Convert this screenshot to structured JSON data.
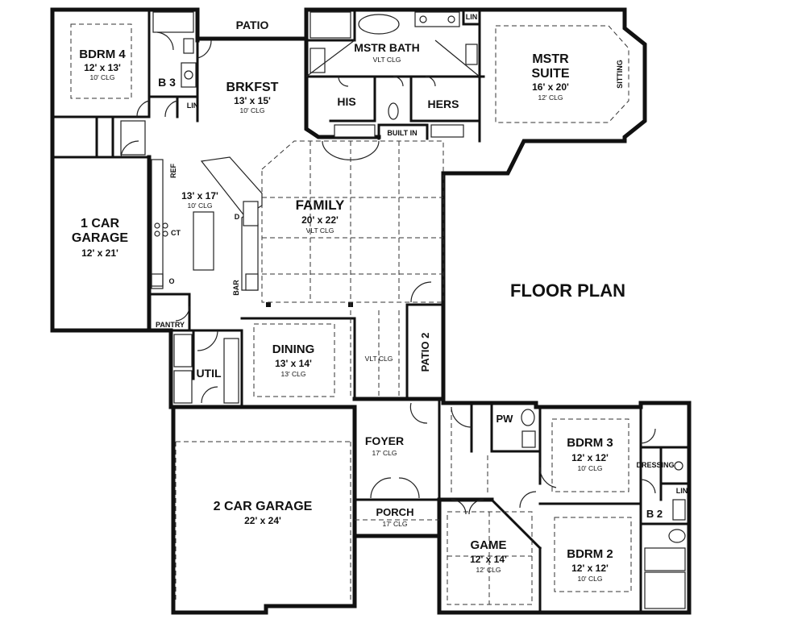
{
  "title": "FLOOR PLAN",
  "rooms": [
    {
      "id": "bdrm4",
      "name": "BDRM 4",
      "dims": "12' x 13'",
      "clg": "10' CLG"
    },
    {
      "id": "b3",
      "name": "B 3"
    },
    {
      "id": "patio",
      "name": "PATIO"
    },
    {
      "id": "brkfst",
      "name": "BRKFST",
      "dims": "13' x 15'",
      "clg": "10' CLG"
    },
    {
      "id": "mstr_bath",
      "name": "MSTR BATH",
      "clg": "VLT CLG"
    },
    {
      "id": "his",
      "name": "HIS"
    },
    {
      "id": "hers",
      "name": "HERS"
    },
    {
      "id": "built_in",
      "name": "BUILT IN"
    },
    {
      "id": "mstr_suite",
      "name": "MSTR",
      "name2": "SUITE",
      "dims": "16' x 20'",
      "clg": "12' CLG"
    },
    {
      "id": "sitting",
      "name": "SITTING"
    },
    {
      "id": "kitchen",
      "dims": "13' x 17'",
      "clg": "10' CLG"
    },
    {
      "id": "family",
      "name": "FAMILY",
      "dims": "20' x 22'",
      "clg": "VLT CLG"
    },
    {
      "id": "garage1",
      "name": "1 CAR",
      "name2": "GARAGE",
      "dims": "12' x 21'"
    },
    {
      "id": "pantry",
      "name": "PANTRY"
    },
    {
      "id": "util",
      "name": "UTIL"
    },
    {
      "id": "dining",
      "name": "DINING",
      "dims": "13' x 14'",
      "clg": "13' CLG"
    },
    {
      "id": "gallery",
      "clg": "VLT CLG"
    },
    {
      "id": "patio2",
      "name": "PATIO 2"
    },
    {
      "id": "foyer",
      "name": "FOYER",
      "clg": "17' CLG"
    },
    {
      "id": "porch",
      "name": "PORCH",
      "clg": "17' CLG"
    },
    {
      "id": "garage2",
      "name": "2 CAR GARAGE",
      "dims": "22' x 24'"
    },
    {
      "id": "game",
      "name": "GAME",
      "dims": "12' x 14'",
      "clg": "12' CLG"
    },
    {
      "id": "pw",
      "name": "PW"
    },
    {
      "id": "bdrm3",
      "name": "BDRM 3",
      "dims": "12' x 12'",
      "clg": "10' CLG"
    },
    {
      "id": "bdrm2",
      "name": "BDRM 2",
      "dims": "12' x 12'",
      "clg": "10' CLG"
    },
    {
      "id": "b2",
      "name": "B 2"
    },
    {
      "id": "dressing",
      "name": "DRESSING"
    }
  ],
  "labels": {
    "lin": "LIN",
    "ref": "REF",
    "ct": "CT",
    "o": "O",
    "d": "D",
    "bar": "BAR"
  }
}
